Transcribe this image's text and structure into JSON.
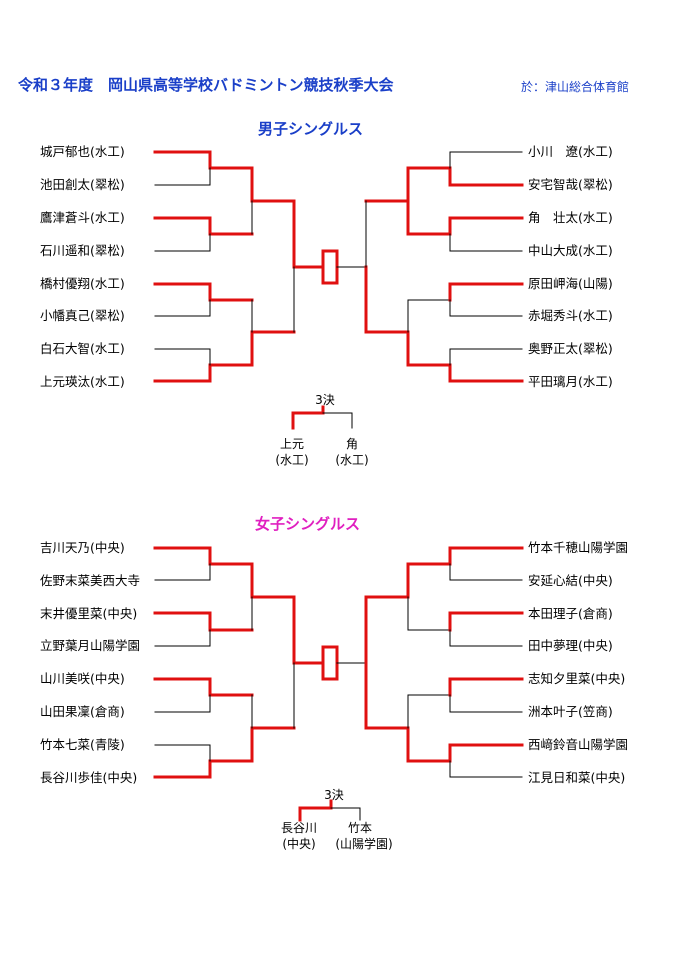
{
  "header": {
    "title": "令和３年度　岡山県高等学校バドミントン競技秋季大会",
    "venue": "於：津山総合体育館"
  },
  "colors": {
    "title": "#1a3fc8",
    "women_title": "#e020c0",
    "win_line": "#e01010",
    "line": "#000000"
  },
  "brackets": [
    {
      "title": "男子シングルス",
      "left": [
        "城戸郁也(水工)",
        "池田創太(翠松)",
        "鷹津蒼斗(水工)",
        "石川遥和(翠松)",
        "橋村優翔(水工)",
        "小幡真己(翠松)",
        "白石大智(水工)",
        "上元瑛汰(水工)"
      ],
      "right": [
        "小川　遼(水工)",
        "安宅智哉(翠松)",
        "角　壮太(水工)",
        "中山大成(水工)",
        "原田岬海(山陽)",
        "赤堀秀斗(水工)",
        "奥野正太(翠松)",
        "平田璃月(水工)"
      ],
      "third_label": "3決",
      "third_left": {
        "name": "上元",
        "school": "(水工)"
      },
      "third_right": {
        "name": "角",
        "school": "(水工)"
      }
    },
    {
      "title": "女子シングルス",
      "left": [
        "吉川天乃(中央)",
        "佐野末菜美西大寺",
        "末井優里菜(中央)",
        "立野葉月山陽学園",
        "山川美咲(中央)",
        "山田果凜(倉商)",
        "竹本七菜(青陵)",
        "長谷川歩佳(中央)"
      ],
      "right": [
        "竹本千穂山陽学園",
        "安延心結(中央)",
        "本田理子(倉商)",
        "田中夢理(中央)",
        "志知夕里菜(中央)",
        "洲本叶子(笠商)",
        "西﨑鈴音山陽学園",
        "江見日和菜(中央)"
      ],
      "third_label": "3決",
      "third_left": {
        "name": "長谷川",
        "school": "(中央)"
      },
      "third_right": {
        "name": "竹本",
        "school": "(山陽学園)"
      }
    }
  ]
}
